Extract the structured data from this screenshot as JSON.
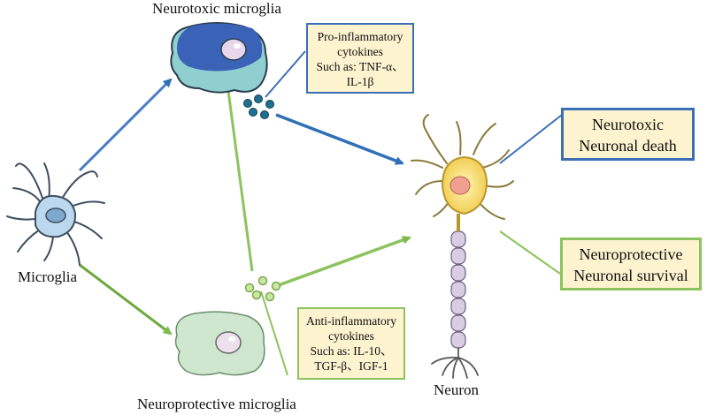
{
  "labels": {
    "neurotoxic_microglia": "Neurotoxic microglia",
    "microglia": "Microglia",
    "neuroprotective_microglia": "Neuroprotective microglia",
    "neuron": "Neuron"
  },
  "boxes": {
    "pro_inflammatory": [
      "Pro-inflammatory",
      "cytokines",
      "Such as: TNF-α、",
      "IL-1β"
    ],
    "anti_inflammatory": [
      "Anti-inflammatory",
      "cytokines",
      "Such as: IL-10、",
      "TGF-β、IGF-1"
    ],
    "neurotoxic_outcome": [
      "Neurotoxic",
      "Neuronal death"
    ],
    "neuroprotective_outcome": [
      "Neuroprotective",
      "Neuronal survival"
    ]
  },
  "colors": {
    "blue_pathway": "#2f6fb7",
    "green_pathway": "#7dbb4a",
    "box_fill": "#fdf3cf",
    "blue_box_border": "#3a6fb6",
    "green_box_border": "#8ec25e"
  }
}
